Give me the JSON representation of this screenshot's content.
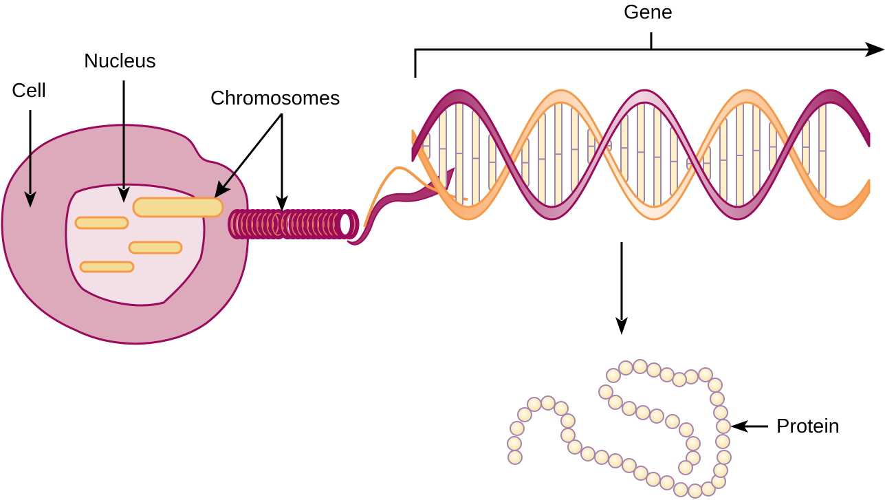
{
  "title": "Cell to Protein",
  "labels": {
    "cell": "Cell",
    "nucleus": "Nucleus",
    "chromosomes": "Chromosomes",
    "gene": "Gene",
    "protein": "Protein"
  },
  "colors": {
    "cell_fill": "#dcaabb",
    "cell_stroke": "#9c0b5b",
    "nucleus_fill": "#f3e0e7",
    "chromosome_fill": "#f4dc94",
    "chromosome_stroke": "#f59a48",
    "strand_magenta": "#a8326c",
    "strand_orange": "#fbb97d",
    "base_fill": "#fbf0c6",
    "base_stroke": "#a484b4",
    "bead_fill": "#fbf0c6",
    "bead_stroke": "#a484b4"
  }
}
